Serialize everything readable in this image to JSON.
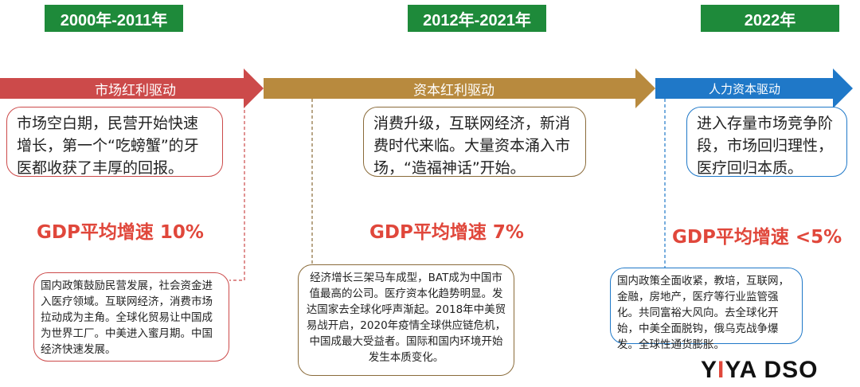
{
  "periods": [
    {
      "label": "2000年-2011年",
      "driver": "市场红利驱动",
      "summary": "市场空白期，民营开始快速增长，第一个“吃螃蟹”的牙医都收获了丰厚的回报。",
      "gdp": "GDP平均增速 10%",
      "detail": "国内政策鼓励民营发展，社会资金进入医疗领域。互联网经济，消费市场拉动成为主角。全球化贸易让中国成为世界工厂。中美进入蜜月期。中国经济快速发展。"
    },
    {
      "label": "2012年-2021年",
      "driver": "资本红利驱动",
      "summary": "消费升级，互联网经济，新消费时代来临。大量资本涌入市场，“造福神话”开始。",
      "gdp": "GDP平均增速 7%",
      "detail": "经济增长三架马车成型，BAT成为中国市值最高的公司。医疗资本化趋势明显。发达国家去全球化呼声渐起。2018年中美贸易战开启，2020年疫情全球供应链危机，中国成最大受益者。国际和国内环境开始发生本质变化。"
    },
    {
      "label": "2022年",
      "driver": "人力资本驱动",
      "summary": "进入存量市场竞争阶段，市场回归理性，医疗回归本质。",
      "gdp": "GDP平均增速 <5%",
      "detail": "国内政策全面收紧，教培，互联网，金融，房地产，医疗等行业监管强化。共同富裕大风向。去全球化开始，中美全面脱钩，俄乌克战争爆发。全球性通货膨胀。"
    }
  ],
  "logo": {
    "part1": "Y",
    "part2": "I",
    "part3": "YA DSO"
  },
  "colors": {
    "tag_green": "#1e8a3a",
    "red": "#cc4a4a",
    "brown": "#b88a3e",
    "blue": "#1f78c8",
    "gdp_red": "#e0473b"
  }
}
